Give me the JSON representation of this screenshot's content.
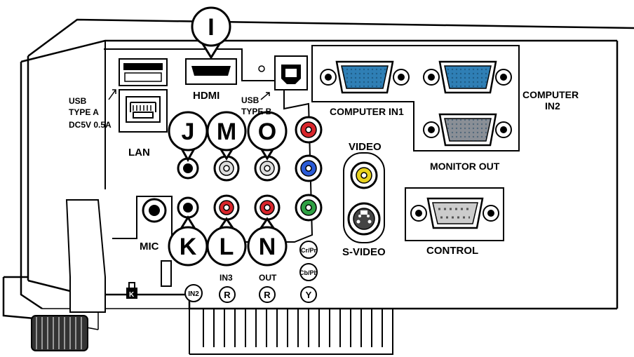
{
  "labels": {
    "hdmi": "HDMI",
    "usb_type_a_1": "USB",
    "usb_type_a_2": "TYPE A",
    "usb_power": "DC5V 0.5A",
    "lan": "LAN",
    "usb_type_b_1": "USB",
    "usb_type_b_2": "TYPE B",
    "computer_in1": "COMPUTER IN1",
    "computer_in2_1": "COMPUTER",
    "computer_in2_2": "IN2",
    "monitor_out": "MONITOR OUT",
    "video": "VIDEO",
    "s_video": "S-VIDEO",
    "control": "CONTROL",
    "mic": "MIC",
    "in3": "IN3",
    "out": "OUT",
    "cr_pr": "Cr/Pr",
    "cb_pb": "Cb/Pb",
    "in2": "IN2",
    "r1": "R",
    "r2": "R",
    "y": "Y"
  },
  "callouts": {
    "i": "I",
    "j": "J",
    "m": "M",
    "o": "O",
    "k": "K",
    "l": "L",
    "n": "N"
  },
  "colors": {
    "red_jack": "#d9262c",
    "blue_jack": "#2a5bd7",
    "green_jack": "#2ea043",
    "yellow_jack": "#e8d21c",
    "dsub_blue": "#2f7fb5"
  }
}
